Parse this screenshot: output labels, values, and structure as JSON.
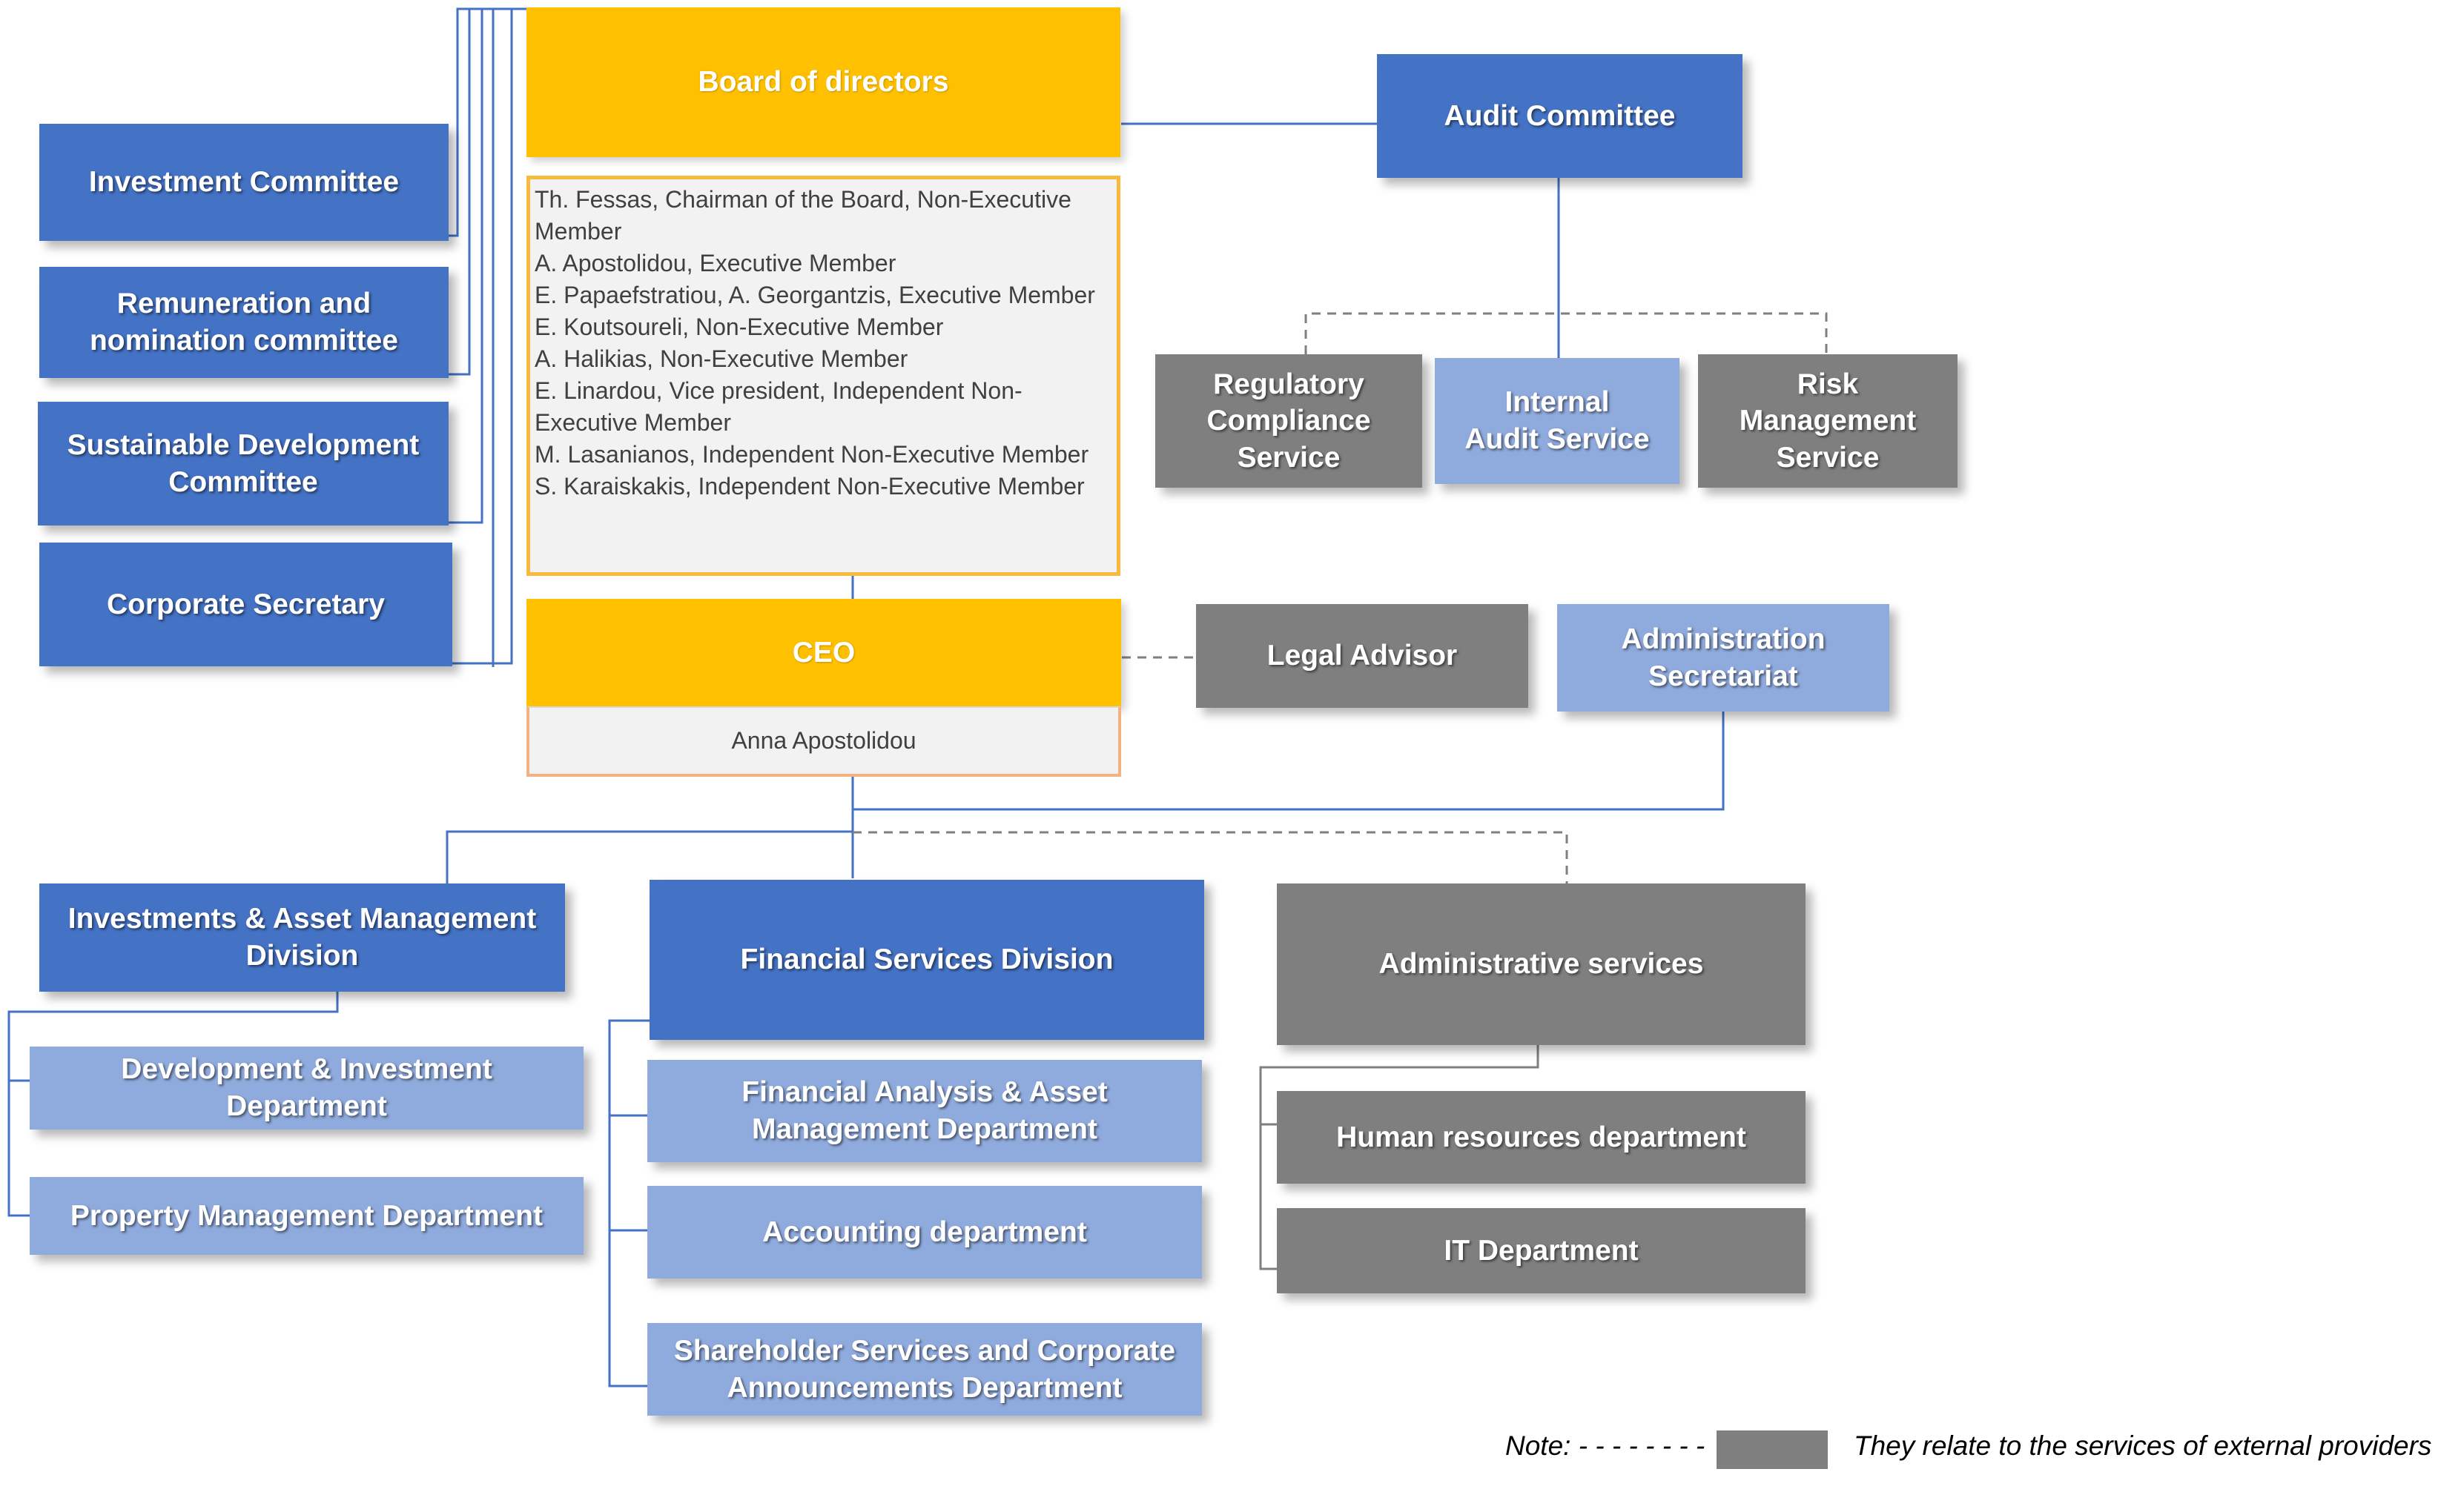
{
  "board": {
    "title": "Board of directors",
    "members": [
      "Th. Fessas, Chairman of the Board, Non-Executive Member",
      "A. Apostolidou, Executive Member",
      "E. Papaefstratiou, A. Georgantzis, Executive Member",
      "E. Koutsoureli, Non-Executive Member",
      "A. Halikias, Non-Executive Member",
      "E. Linardou, Vice president, Independent Non-Executive Member",
      "M. Lasanianos, Independent Non-Executive Member",
      "S. Karaiskakis, Independent Non-Executive Member"
    ]
  },
  "committees": {
    "investment": "Investment Committee",
    "remuneration": [
      "Remuneration and",
      "nomination committee"
    ],
    "sustainable": [
      "Sustainable Development",
      "Committee"
    ],
    "secretary": "Corporate Secretary"
  },
  "audit": {
    "committee": "Audit Committee",
    "regulatory": [
      "Regulatory",
      "Compliance",
      "Service"
    ],
    "internal": [
      "Internal",
      "Audit Service"
    ],
    "risk": [
      "Risk",
      "Management",
      "Service"
    ]
  },
  "ceo": {
    "title": "CEO",
    "name": "Anna Apostolidou",
    "legal": "Legal Advisor",
    "admin_secretariat": [
      "Administration",
      "Secretariat"
    ]
  },
  "divisions": {
    "investments": {
      "title": [
        "Investments & Asset Management",
        "Division"
      ],
      "departments": [
        [
          "Development & Investment",
          "Department"
        ],
        [
          "Property Management Department"
        ]
      ]
    },
    "financial": {
      "title": "Financial Services Division",
      "departments": [
        [
          "Financial Analysis & Asset",
          "Management Department"
        ],
        [
          "Accounting department"
        ],
        [
          "Shareholder Services and Corporate",
          "Announcements Department"
        ]
      ]
    },
    "administrative": {
      "title": "Administrative services",
      "departments": [
        [
          "Human resources department"
        ],
        [
          "IT Department"
        ]
      ]
    }
  },
  "note": {
    "label": "Note: - - - - - - - -",
    "text": "They relate to the services of external providers"
  },
  "colors": {
    "board_gold": "#ffc000",
    "dark_blue": "#4472c4",
    "light_blue": "#8faadc",
    "gray_external": "#7f7f7f",
    "connector": "#4472c4",
    "dashed_connector": "#7f7f7f"
  }
}
